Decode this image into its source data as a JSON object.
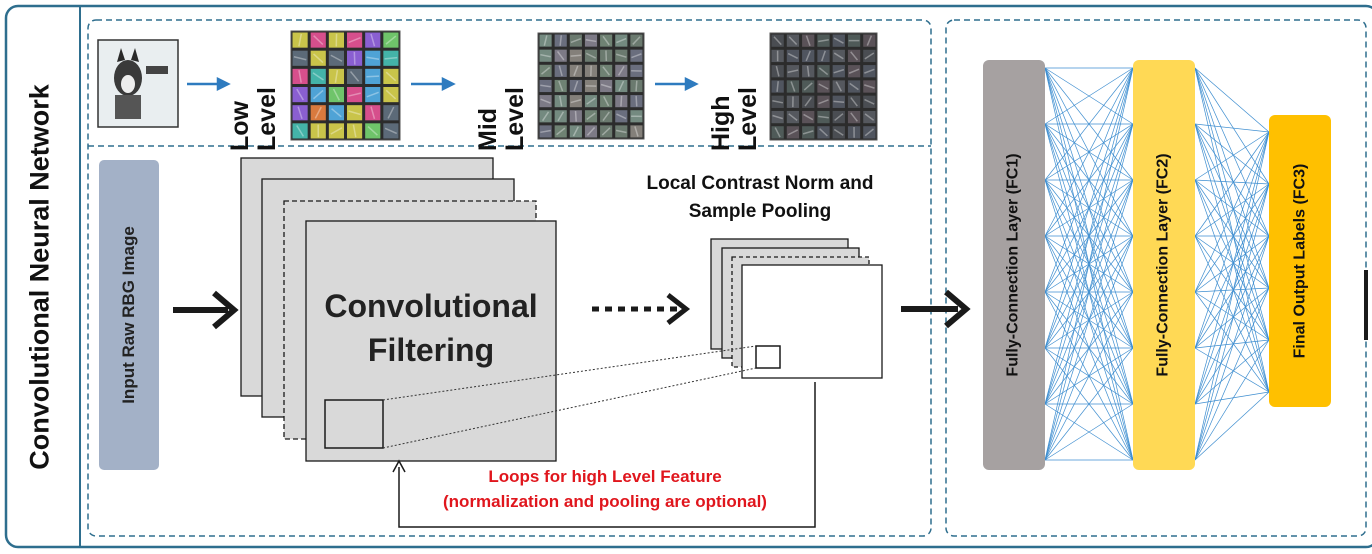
{
  "side_title": "Convolutional Neural Network",
  "feature_levels": {
    "low": "Low Level",
    "mid": "Mid Level",
    "high": "High Level"
  },
  "input_label": "Input Raw RBG Image",
  "conv_title": "Convolutional Filtering",
  "lcn_title": "Local Contrast Norm and Sample Pooling",
  "loop_text": "Loops for high Level Feature (normalization and pooling are optional)",
  "fc1_label": "Fully-Connection Layer (FC1)",
  "fc2_label": "Fully-Connection Layer (FC2)",
  "fc3_label": "Final Output Labels (FC3)",
  "colors": {
    "frame": "#2e6e8e",
    "input_bar": "#a3b1c7",
    "fc1": "#a6a1a1",
    "fc2": "#ffd955",
    "fc3": "#ffc000",
    "net_lines": "#3e8ed0",
    "loop_text": "#e0161d"
  }
}
